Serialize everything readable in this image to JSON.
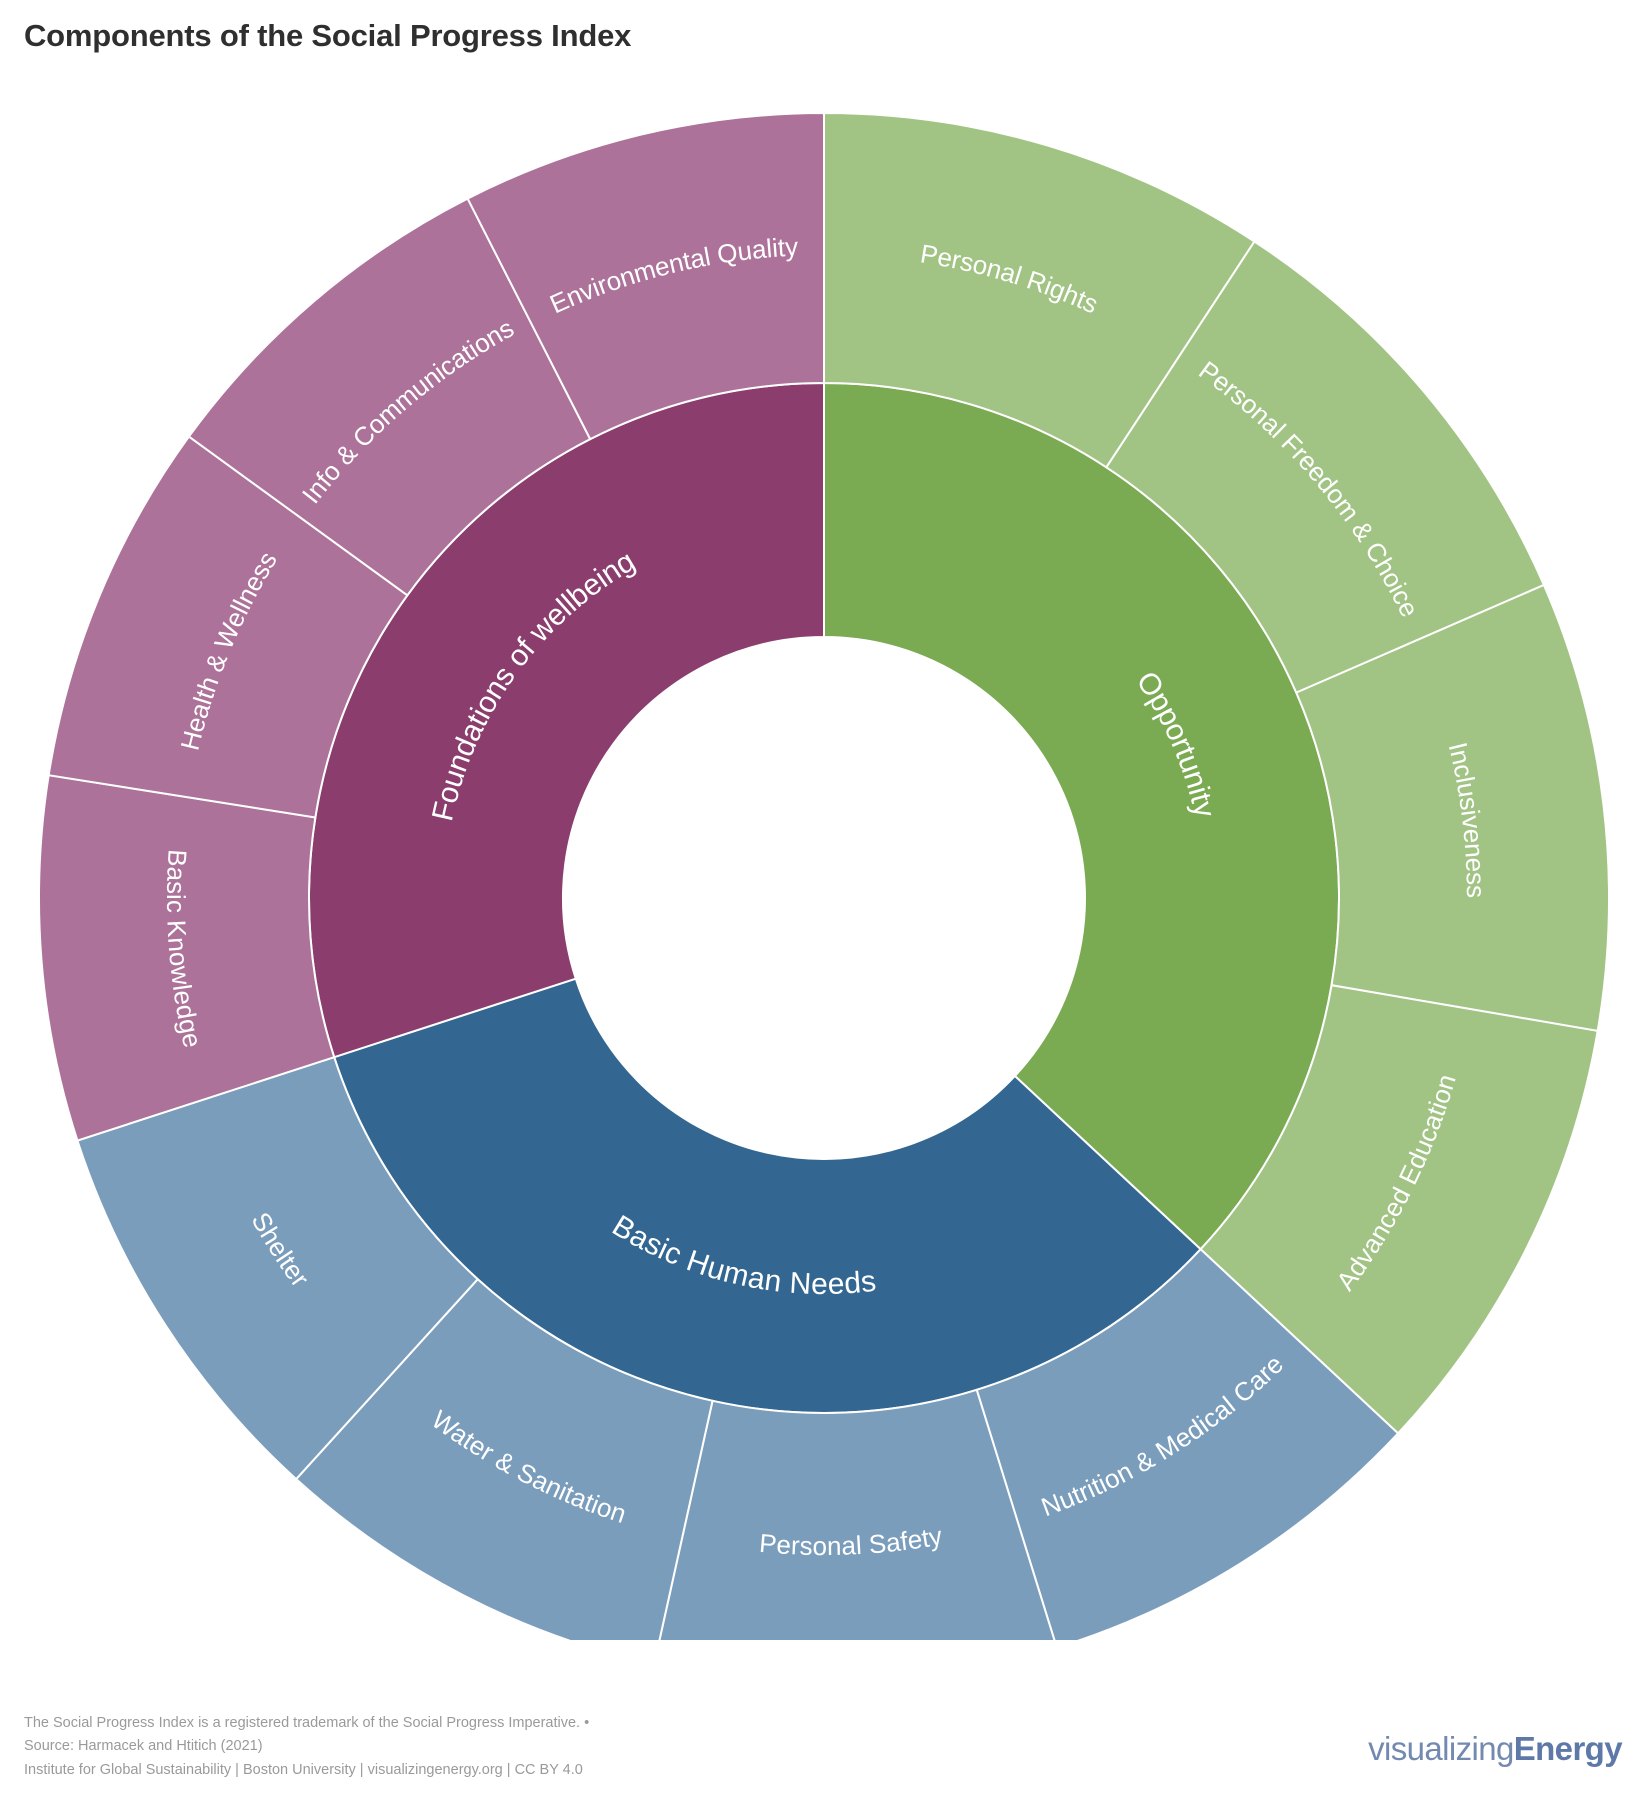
{
  "title": "Components of the Social Progress Index",
  "footer": {
    "line1": "The Social Progress Index is a registered trademark of the Social Progress Imperative. •",
    "line2": "Source: Harmacek and Htitich (2021)",
    "line3": "Institute for Global Sustainability | Boston University | visualizingenergy.org | CC BY 4.0"
  },
  "logo": {
    "light": "visualizing",
    "bold": "Energy"
  },
  "chart_data": {
    "type": "pie",
    "subtype": "sunburst",
    "title": "Components of the Social Progress Index",
    "center": [
      824,
      898
    ],
    "radii": {
      "hole": 261,
      "inner_ring_outer": 515,
      "outer_ring_outer": 785
    },
    "start_angle_deg": 0,
    "direction": "clockwise",
    "legend": "none",
    "colors": {
      "opportunity_inner": "#7aaa52",
      "opportunity_outer": "#a1c383",
      "basic_human_needs_inner": "#336791",
      "basic_human_needs_outer": "#7b9dbc",
      "foundations_inner": "#8b3d6e",
      "foundations_outer": "#ad7299",
      "divider": "#ffffff",
      "background": "#ffffff",
      "title_text": "#2f2f2f",
      "footer_text": "#9a9a9a",
      "logo_text": "#7389b0"
    },
    "inner_ring": [
      {
        "label": "Opportunity",
        "value": 4,
        "start_deg": 0,
        "end_deg": 133,
        "color": "#7aaa52"
      },
      {
        "label": "Basic Human Needs",
        "value": 4,
        "start_deg": 133,
        "end_deg": 252,
        "color": "#336791"
      },
      {
        "label": "Foundations of wellbeing",
        "value": 4,
        "start_deg": 252,
        "end_deg": 360,
        "color": "#8b3d6e"
      }
    ],
    "outer_ring": [
      {
        "label": "Personal Rights",
        "parent": "Opportunity",
        "value": 1,
        "start_deg": 0,
        "end_deg": 33.25,
        "color": "#a1c383"
      },
      {
        "label": "Personal Freedom & Choice",
        "parent": "Opportunity",
        "value": 1,
        "start_deg": 33.25,
        "end_deg": 66.5,
        "color": "#a1c383"
      },
      {
        "label": "Inclusiveness",
        "parent": "Opportunity",
        "value": 1,
        "start_deg": 66.5,
        "end_deg": 99.75,
        "color": "#a1c383"
      },
      {
        "label": "Advanced Education",
        "parent": "Opportunity",
        "value": 1,
        "start_deg": 99.75,
        "end_deg": 133,
        "color": "#a1c383"
      },
      {
        "label": "Nutrition & Medical Care",
        "parent": "Basic Human Needs",
        "value": 1,
        "start_deg": 133,
        "end_deg": 162.75,
        "color": "#7b9dbc"
      },
      {
        "label": "Personal Safety",
        "parent": "Basic Human Needs",
        "value": 1,
        "start_deg": 162.75,
        "end_deg": 192.5,
        "color": "#7b9dbc"
      },
      {
        "label": "Water & Sanitation",
        "parent": "Basic Human Needs",
        "value": 1,
        "start_deg": 192.5,
        "end_deg": 222.25,
        "color": "#7b9dbc"
      },
      {
        "label": "Shelter",
        "parent": "Basic Human Needs",
        "value": 1,
        "start_deg": 222.25,
        "end_deg": 252,
        "color": "#7b9dbc"
      },
      {
        "label": "Basic Knowledge",
        "parent": "Foundations of wellbeing",
        "value": 1,
        "start_deg": 252,
        "end_deg": 279,
        "color": "#ad7299"
      },
      {
        "label": "Health & Wellness",
        "parent": "Foundations of wellbeing",
        "value": 1,
        "start_deg": 279,
        "end_deg": 306,
        "color": "#ad7299"
      },
      {
        "label": "Info & Communications",
        "parent": "Foundations of wellbeing",
        "value": 1,
        "start_deg": 306,
        "end_deg": 333,
        "color": "#ad7299"
      },
      {
        "label": "Environmental Quality",
        "parent": "Foundations of wellbeing",
        "value": 1,
        "start_deg": 333,
        "end_deg": 360,
        "color": "#ad7299"
      }
    ]
  }
}
